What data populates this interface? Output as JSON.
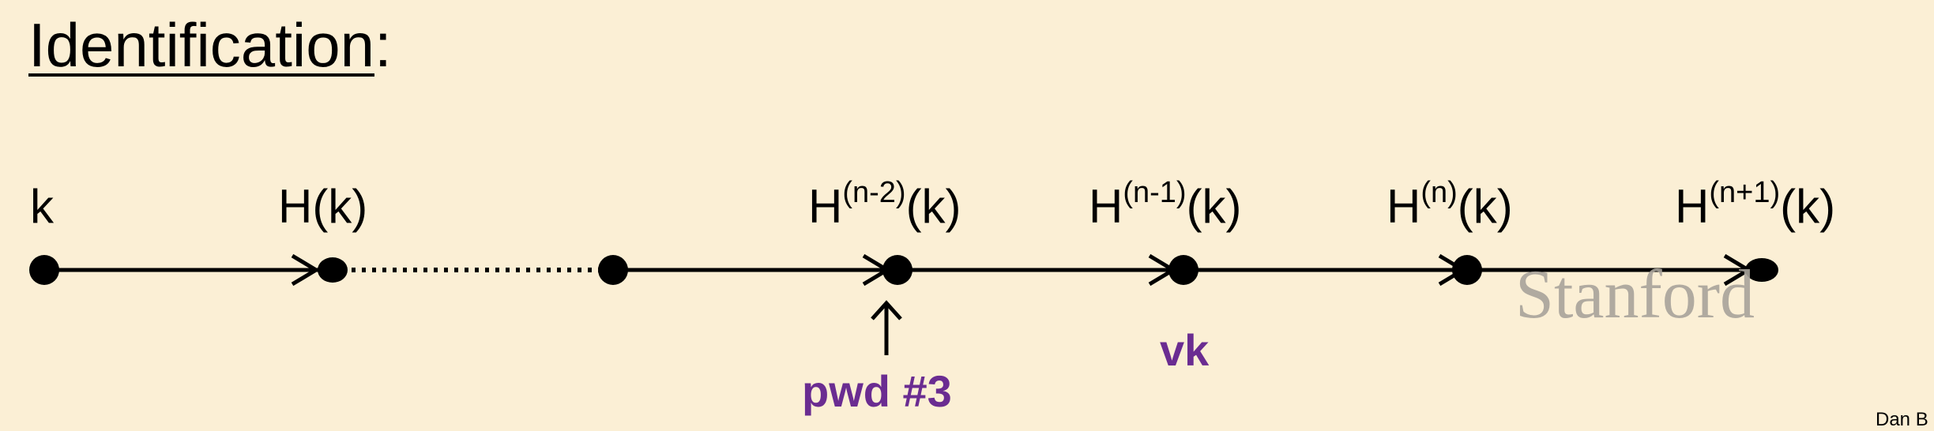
{
  "title": {
    "text": "Identification",
    "suffix": ":"
  },
  "chain_labels": {
    "k": "k",
    "hk": "H(k)",
    "h_nm2_base": "H",
    "h_nm2_sup": "(n-2)",
    "h_nm2_arg": "(k)",
    "h_nm1_base": "H",
    "h_nm1_sup": "(n-1)",
    "h_nm1_arg": "(k)",
    "h_n_base": "H",
    "h_n_sup": "(n)",
    "h_n_arg": "(k)",
    "h_np1_base": "H",
    "h_np1_sup": "(n+1)",
    "h_np1_arg": "(k)"
  },
  "annotations": {
    "pwd": "pwd #3",
    "vk": "vk"
  },
  "colors": {
    "background": "#fbefd5",
    "annotation": "#6a2c91",
    "watermark": "#a8a39b"
  },
  "watermark": "Stanford",
  "author": "Dan B"
}
